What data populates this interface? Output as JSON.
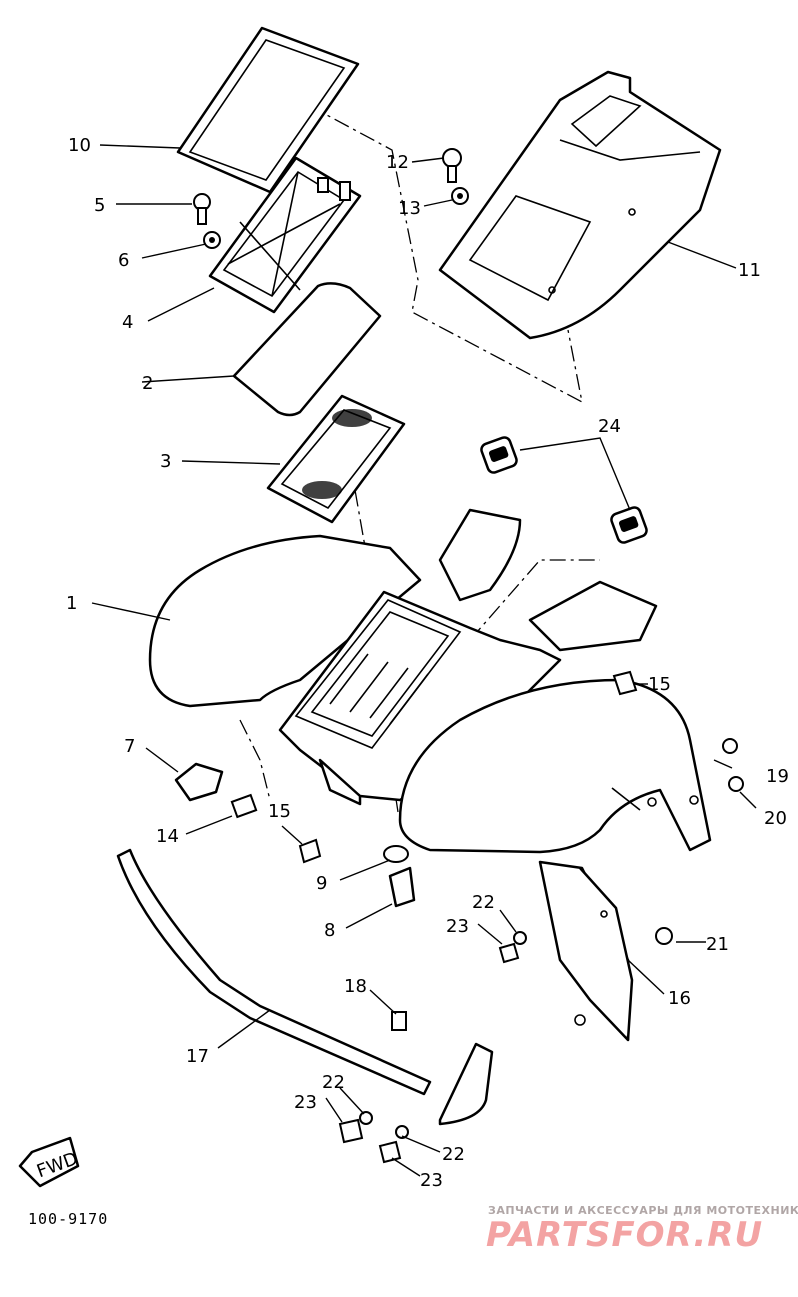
{
  "diagram": {
    "callouts": [
      {
        "id": "c1",
        "text": "1"
      },
      {
        "id": "c2",
        "text": "2"
      },
      {
        "id": "c3",
        "text": "3"
      },
      {
        "id": "c4",
        "text": "4"
      },
      {
        "id": "c5",
        "text": "5"
      },
      {
        "id": "c6",
        "text": "6"
      },
      {
        "id": "c7",
        "text": "7"
      },
      {
        "id": "c8",
        "text": "8"
      },
      {
        "id": "c9",
        "text": "9"
      },
      {
        "id": "c10",
        "text": "10"
      },
      {
        "id": "c11",
        "text": "11"
      },
      {
        "id": "c12",
        "text": "12"
      },
      {
        "id": "c13",
        "text": "13"
      },
      {
        "id": "c14",
        "text": "14"
      },
      {
        "id": "c15a",
        "text": "15"
      },
      {
        "id": "c15b",
        "text": "15"
      },
      {
        "id": "c16",
        "text": "16"
      },
      {
        "id": "c17",
        "text": "17"
      },
      {
        "id": "c18",
        "text": "18"
      },
      {
        "id": "c19",
        "text": "19"
      },
      {
        "id": "c20",
        "text": "20"
      },
      {
        "id": "c21",
        "text": "21"
      },
      {
        "id": "c22a",
        "text": "22"
      },
      {
        "id": "c22b",
        "text": "22"
      },
      {
        "id": "c22c",
        "text": "22"
      },
      {
        "id": "c23a",
        "text": "23"
      },
      {
        "id": "c23b",
        "text": "23"
      },
      {
        "id": "c23c",
        "text": "23"
      },
      {
        "id": "c24",
        "text": "24"
      }
    ],
    "fwd_label": "FWD",
    "drawing_code": "100-9170"
  },
  "watermark": {
    "tagline": "ЗАПЧАСТИ И АКСЕССУАРЫ ДЛЯ МОТОТЕХНИКИ",
    "brand": "PARTSFOR.RU",
    "colors": {
      "tagline": "#b0a6a6",
      "brand": "#f3a3a3"
    }
  }
}
